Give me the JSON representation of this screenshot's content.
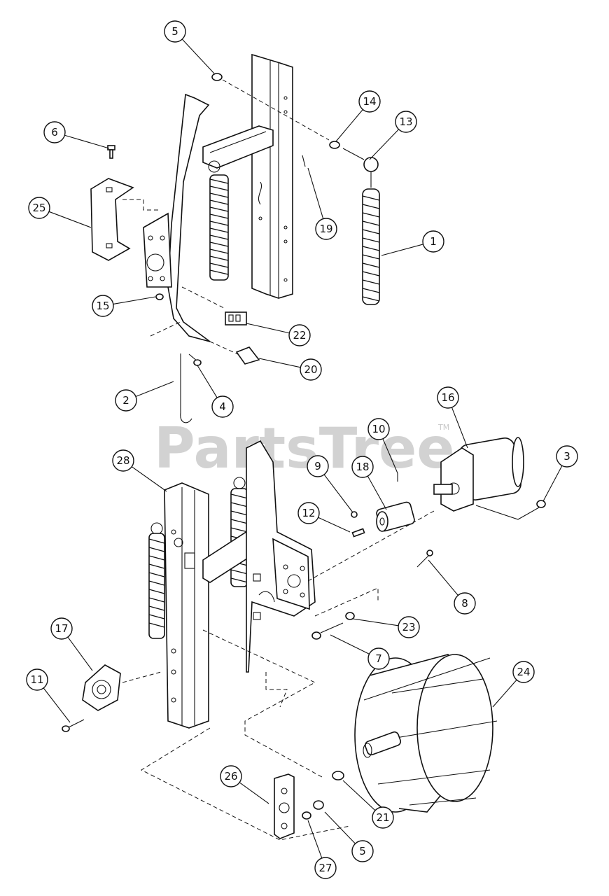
{
  "watermark": {
    "text": "PartsTree",
    "trademark": "TM"
  },
  "callouts": [
    "5",
    "14",
    "13",
    "6",
    "25",
    "19",
    "1",
    "15",
    "22",
    "20",
    "2",
    "4",
    "16",
    "3",
    "10",
    "28",
    "9",
    "18",
    "12",
    "8",
    "23",
    "7",
    "24",
    "17",
    "11",
    "26",
    "21",
    "5",
    "27"
  ]
}
